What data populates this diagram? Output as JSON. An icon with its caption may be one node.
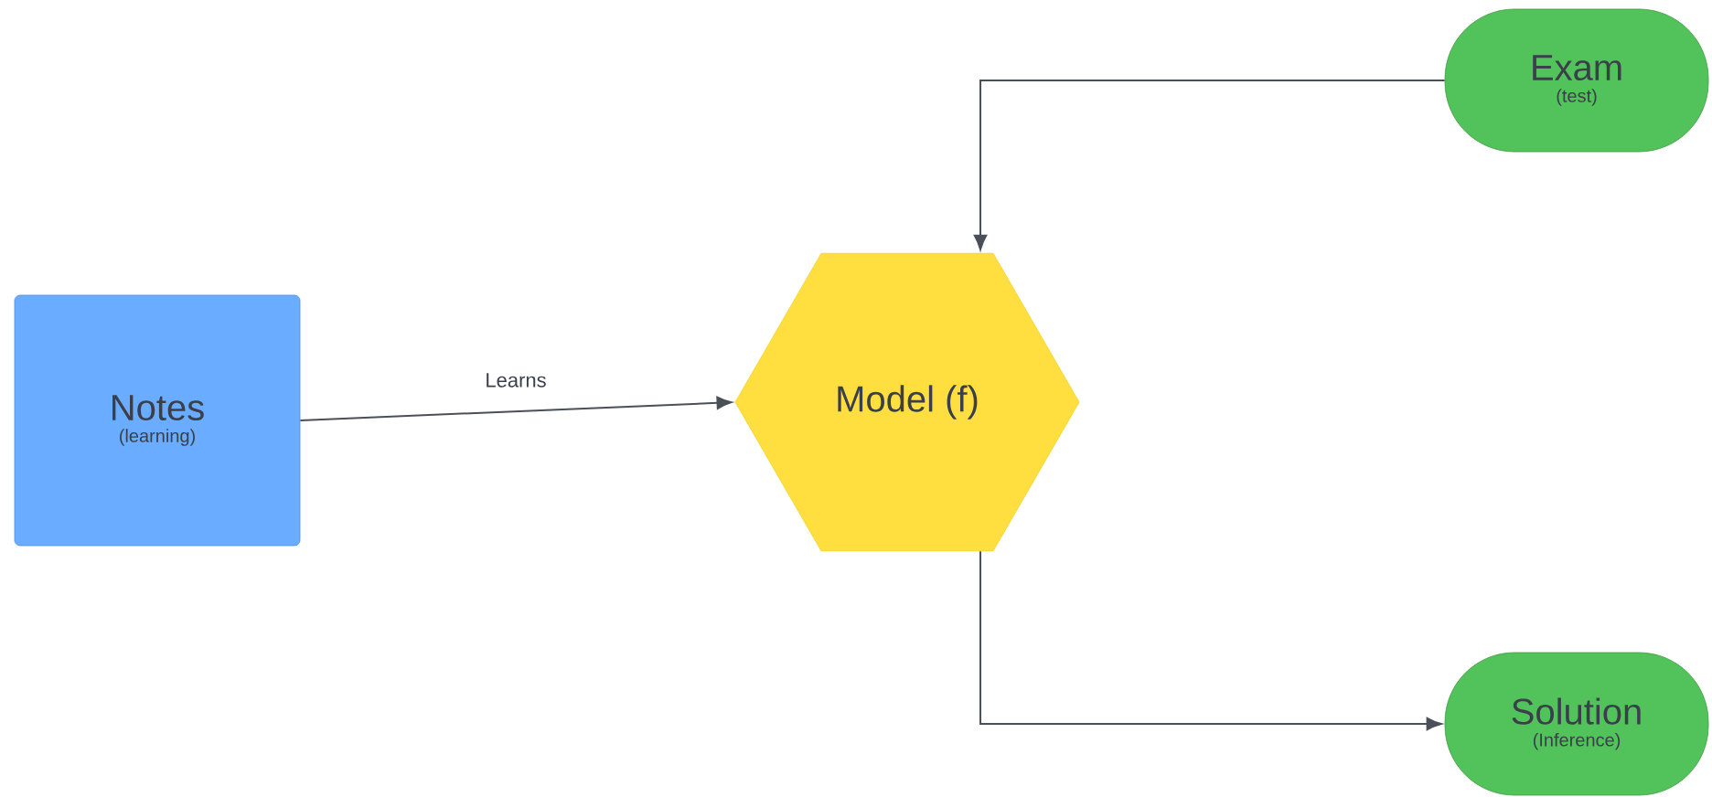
{
  "diagram": {
    "nodes": [
      {
        "text": [
          "Notes",
          "(learning)"
        ]
      },
      {
        "text": [
          "Model (f)"
        ]
      },
      {
        "text": [
          "Exam",
          "(test)"
        ]
      },
      {
        "text": [
          "Solution",
          "(Inference)"
        ]
      }
    ],
    "edges": [
      {
        "from": 0,
        "to": 1,
        "arrow": "to",
        "label": "Learns"
      },
      {
        "from": 2,
        "to": 1,
        "arrow": "to"
      },
      {
        "from": 1,
        "to": 3,
        "arrow": "to"
      }
    ]
  }
}
